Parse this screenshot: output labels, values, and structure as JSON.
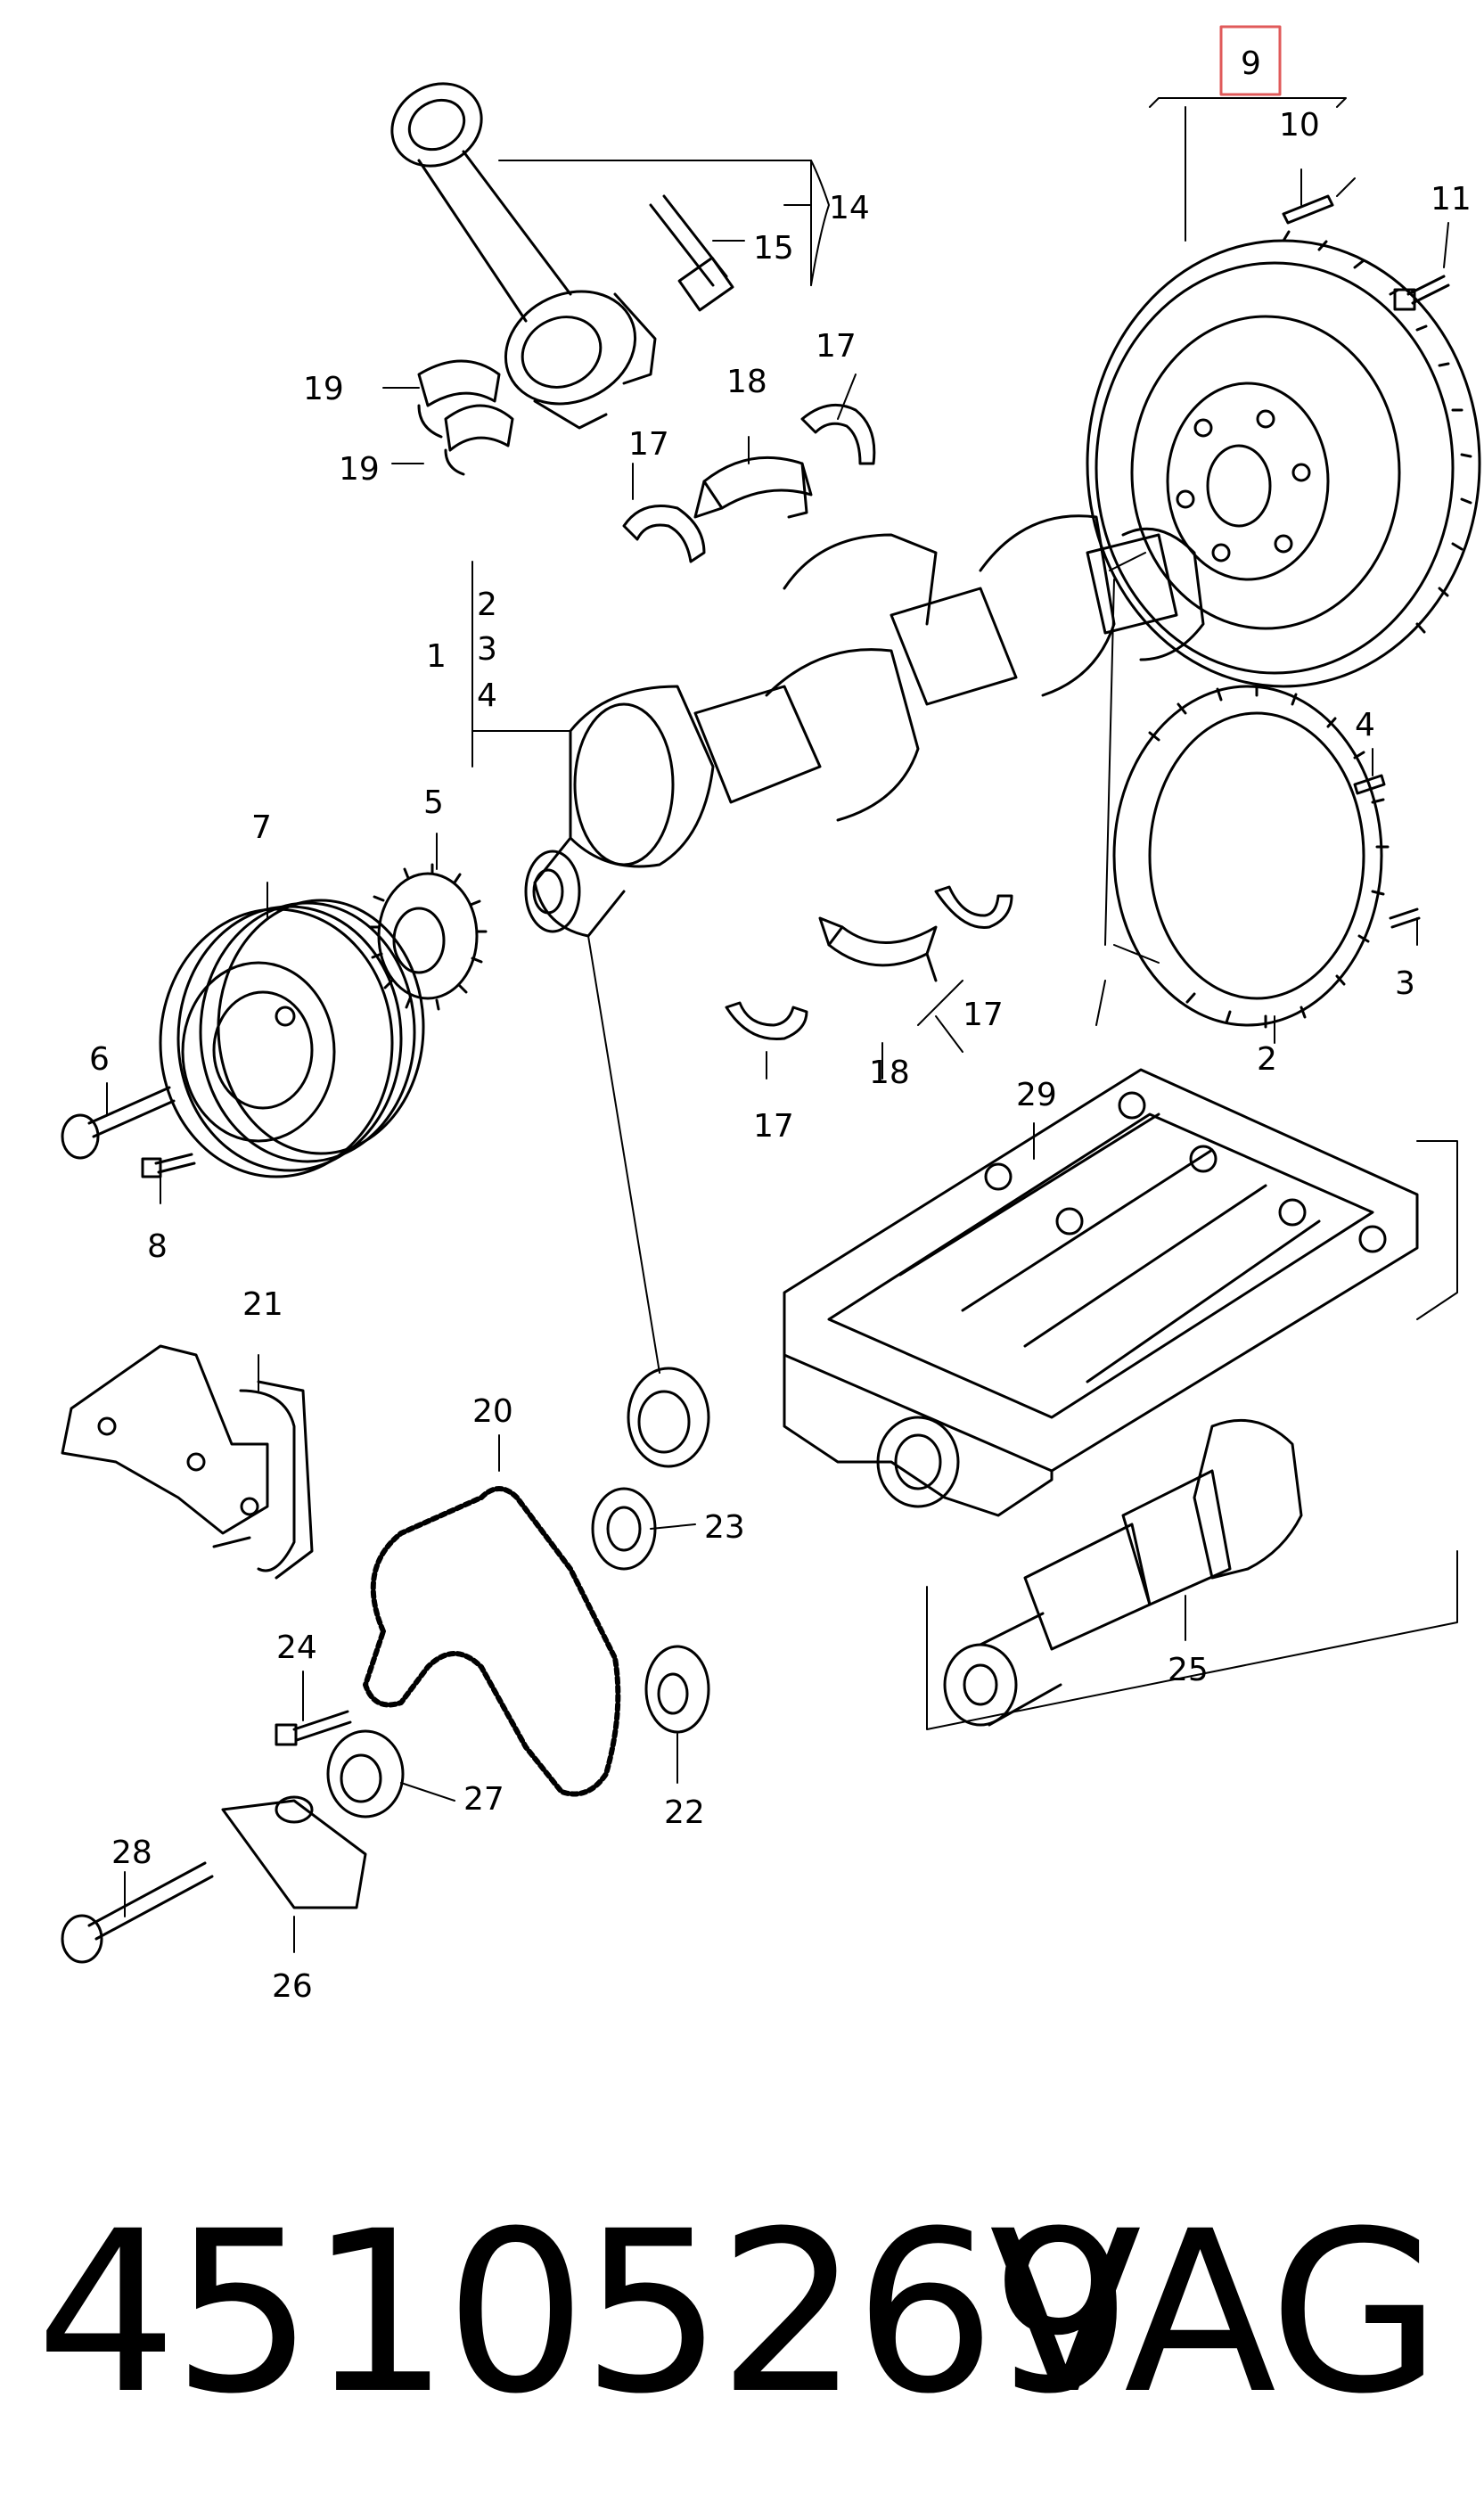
{
  "diagram": {
    "highlight_color": "#e05a5a",
    "callouts": {
      "c1": "1",
      "c2a": "2",
      "c2b": "2",
      "c3a": "3",
      "c3b": "3",
      "c4a": "4",
      "c4b": "4",
      "c5": "5",
      "c6": "6",
      "c7": "7",
      "c8": "8",
      "c9": "9",
      "c10": "10",
      "c11": "11",
      "c14": "14",
      "c15": "15",
      "c17a": "17",
      "c17b": "17",
      "c17c": "17",
      "c17d": "17",
      "c18a": "18",
      "c18b": "18",
      "c19a": "19",
      "c19b": "19",
      "c20": "20",
      "c21": "21",
      "c22": "22",
      "c23": "23",
      "c24": "24",
      "c25": "25",
      "c26": "26",
      "c27": "27",
      "c28": "28",
      "c29": "29"
    }
  },
  "footer": {
    "part_number": "45105269",
    "brand": "VAG"
  }
}
